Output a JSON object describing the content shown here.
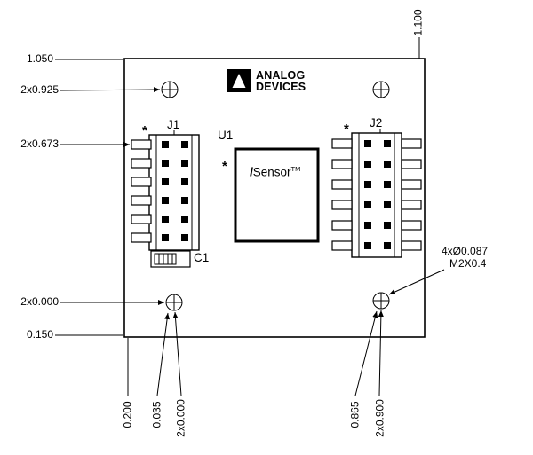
{
  "drawing": {
    "logo": {
      "line1": "ANALOG",
      "line2": "DEVICES"
    },
    "chip": {
      "ref": "U1",
      "name_i": "i",
      "name_rest": "Sensor",
      "tm": "TM",
      "pin1": "*"
    },
    "connectors": {
      "j1": "J1",
      "j2": "J2",
      "j1_pin1": "*",
      "j2_pin1": "*"
    },
    "cap": {
      "ref": "C1"
    },
    "dims": {
      "top_edge": "1.050",
      "holes_top_y": "2x0.925",
      "j1_pin_y": "2x0.673",
      "holes_bottom_y": "2x0.000",
      "bottom_edge": "0.150",
      "right_edge": "1.100",
      "left_edge": "0.200",
      "c1_x": "0.035",
      "holes_left_x": "2x0.000",
      "j2_x": "0.865",
      "holes_right_x": "2x0.900",
      "hole_note_line1": "4xØ0.087",
      "hole_note_line2": "M2X0.4"
    },
    "colors": {
      "line": "#000000",
      "background": "#ffffff"
    }
  }
}
